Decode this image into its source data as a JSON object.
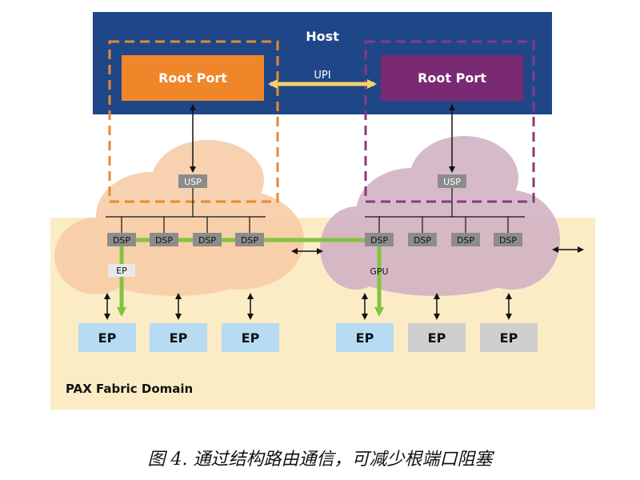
{
  "host": {
    "title": "Host",
    "bg_color": "#1f4788"
  },
  "root_ports": [
    {
      "label": "Root Port",
      "color": "#f0862a",
      "border_color": "#e8892e"
    },
    {
      "label": "Root Port",
      "color": "#7a2a73",
      "border_color": "#8a3a80"
    }
  ],
  "upi_label": "UPI",
  "usp_label": "USP",
  "dsp_label": "DSP",
  "left_ep_label": "EP",
  "gpu_label": "GPU",
  "domain_label": "PAX Fabric Domain",
  "endpoints": [
    "EP",
    "EP",
    "EP",
    "EP",
    "EP",
    "EP"
  ],
  "colors": {
    "domain_bg": "#fbecc6",
    "left_cloud": "#f7cda8",
    "right_cloud": "#d3b3c4",
    "dsp_box": "#8c8c8c",
    "usp_box": "#8c8c8c",
    "green_path": "#82c341",
    "ep_active": "#b6dbf2",
    "ep_inactive": "#cfcfcf"
  },
  "caption": "图 4. 通过结构路由通信，可减少根端口阻塞"
}
